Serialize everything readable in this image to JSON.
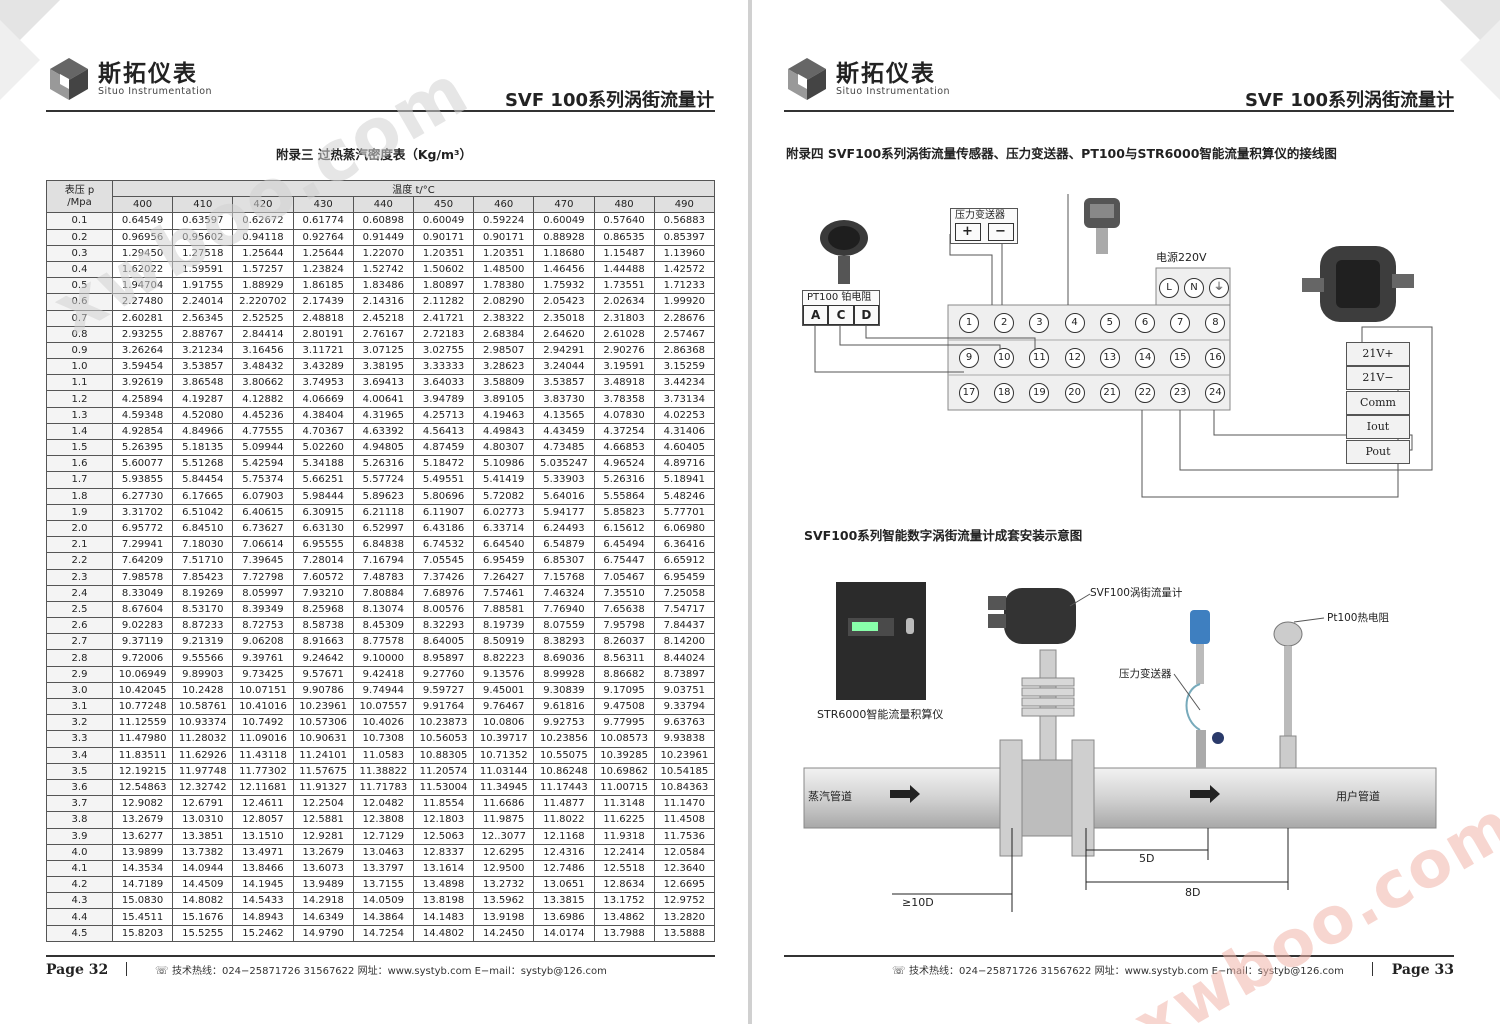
{
  "brand": {
    "name_cn": "斯拓仪表",
    "name_en": "Situo Instrumentation"
  },
  "product_title": "SVF 100系列涡街流量计",
  "left": {
    "section_title": "附录三  过热蒸汽密度表（Kg/m³）",
    "table": {
      "row_header_1": "表压 p",
      "row_header_2": "/Mpa",
      "group_header": "温度 t/°C",
      "temps": [
        "400",
        "410",
        "420",
        "430",
        "440",
        "450",
        "460",
        "470",
        "480",
        "490"
      ],
      "rows": [
        [
          "0.1",
          "0.64549",
          "0.63597",
          "0.62672",
          "0.61774",
          "0.60898",
          "0.60049",
          "0.59224",
          "0.60049",
          "0.57640",
          "0.56883"
        ],
        [
          "0.2",
          "0.96956",
          "0.95602",
          "0.94118",
          "0.92764",
          "0.91449",
          "0.90171",
          "0.90171",
          "0.88928",
          "0.86535",
          "0.85397"
        ],
        [
          "0.3",
          "1.29450",
          "1.27518",
          "1.25644",
          "1.25644",
          "1.22070",
          "1.20351",
          "1.20351",
          "1.18680",
          "1.15487",
          "1.13960"
        ],
        [
          "0.4",
          "1.62022",
          "1.59591",
          "1.57257",
          "1.23824",
          "1.52742",
          "1.50602",
          "1.48500",
          "1.46456",
          "1.44488",
          "1.42572"
        ],
        [
          "0.5",
          "1.94704",
          "1.91755",
          "1.88929",
          "1.86185",
          "1.83486",
          "1.80897",
          "1.78380",
          "1.75932",
          "1.73551",
          "1.71233"
        ],
        [
          "0.6",
          "2.27480",
          "2.24014",
          "2.220702",
          "2.17439",
          "2.14316",
          "2.11282",
          "2.08290",
          "2.05423",
          "2.02634",
          "1.99920"
        ],
        [
          "0.7",
          "2.60281",
          "2.56345",
          "2.52525",
          "2.48818",
          "2.45218",
          "2.41721",
          "2.38322",
          "2.35018",
          "2.31803",
          "2.28676"
        ],
        [
          "0.8",
          "2.93255",
          "2.88767",
          "2.84414",
          "2.80191",
          "2.76167",
          "2.72183",
          "2.68384",
          "2.64620",
          "2.61028",
          "2.57467"
        ],
        [
          "0.9",
          "3.26264",
          "3.21234",
          "3.16456",
          "3.11721",
          "3.07125",
          "3.02755",
          "2.98507",
          "2.94291",
          "2.90276",
          "2.86368"
        ],
        [
          "1.0",
          "3.59454",
          "3.53857",
          "3.48432",
          "3.43289",
          "3.38195",
          "3.33333",
          "3.28623",
          "3.24044",
          "3.19591",
          "3.15259"
        ],
        [
          "1.1",
          "3.92619",
          "3.86548",
          "3.80662",
          "3.74953",
          "3.69413",
          "3.64033",
          "3.58809",
          "3.53857",
          "3.48918",
          "3.44234"
        ],
        [
          "1.2",
          "4.25894",
          "4.19287",
          "4.12882",
          "4.06669",
          "4.00641",
          "3.94789",
          "3.89105",
          "3.83730",
          "3.78358",
          "3.73134"
        ],
        [
          "1.3",
          "4.59348",
          "4.52080",
          "4.45236",
          "4.38404",
          "4.31965",
          "4.25713",
          "4.19463",
          "4.13565",
          "4.07830",
          "4.02253"
        ],
        [
          "1.4",
          "4.92854",
          "4.84966",
          "4.77555",
          "4.70367",
          "4.63392",
          "4.56413",
          "4.49843",
          "4.43459",
          "4.37254",
          "4.31406"
        ],
        [
          "1.5",
          "5.26395",
          "5.18135",
          "5.09944",
          "5.02260",
          "4.94805",
          "4.87459",
          "4.80307",
          "4.73485",
          "4.66853",
          "4.60405"
        ],
        [
          "1.6",
          "5.60077",
          "5.51268",
          "5.42594",
          "5.34188",
          "5.26316",
          "5.18472",
          "5.10986",
          "5.035247",
          "4.96524",
          "4.89716"
        ],
        [
          "1.7",
          "5.93855",
          "5.84454",
          "5.75374",
          "5.66251",
          "5.57724",
          "5.49551",
          "5.41419",
          "5.33903",
          "5.26316",
          "5.18941"
        ],
        [
          "1.8",
          "6.27730",
          "6.17665",
          "6.07903",
          "5.98444",
          "5.89623",
          "5.80696",
          "5.72082",
          "5.64016",
          "5.55864",
          "5.48246"
        ],
        [
          "1.9",
          "3.31702",
          "6.51042",
          "6.40615",
          "6.30915",
          "6.21118",
          "6.11907",
          "6.02773",
          "5.94177",
          "5.85823",
          "5.77701"
        ],
        [
          "2.0",
          "6.95772",
          "6.84510",
          "6.73627",
          "6.63130",
          "6.52997",
          "6.43186",
          "6.33714",
          "6.24493",
          "6.15612",
          "6.06980"
        ],
        [
          "2.1",
          "7.29941",
          "7.18030",
          "7.06614",
          "6.95555",
          "6.84838",
          "6.74532",
          "6.64540",
          "6.54879",
          "6.45494",
          "6.36416"
        ],
        [
          "2.2",
          "7.64209",
          "7.51710",
          "7.39645",
          "7.28014",
          "7.16794",
          "7.05545",
          "6.95459",
          "6.85307",
          "6.75447",
          "6.65912"
        ],
        [
          "2.3",
          "7.98578",
          "7.85423",
          "7.72798",
          "7.60572",
          "7.48783",
          "7.37426",
          "7.26427",
          "7.15768",
          "7.05467",
          "6.95459"
        ],
        [
          "2.4",
          "8.33049",
          "8.19269",
          "8.05997",
          "7.93210",
          "7.80884",
          "7.68976",
          "7.57461",
          "7.46324",
          "7.35510",
          "7.25058"
        ],
        [
          "2.5",
          "8.67604",
          "8.53170",
          "8.39349",
          "8.25968",
          "8.13074",
          "8.00576",
          "7.88581",
          "7.76940",
          "7.65638",
          "7.54717"
        ],
        [
          "2.6",
          "9.02283",
          "8.87233",
          "8.72753",
          "8.58738",
          "8.45309",
          "8.32293",
          "8.19739",
          "8.07559",
          "7.95798",
          "7.84437"
        ],
        [
          "2.7",
          "9.37119",
          "9.21319",
          "9.06208",
          "8.91663",
          "8.77578",
          "8.64005",
          "8.50919",
          "8.38293",
          "8.26037",
          "8.14200"
        ],
        [
          "2.8",
          "9.72006",
          "9.55566",
          "9.39761",
          "9.24642",
          "9.10000",
          "8.95897",
          "8.82223",
          "8.69036",
          "8.56311",
          "8.44024"
        ],
        [
          "2.9",
          "10.06949",
          "9.89903",
          "9.73425",
          "9.57671",
          "9.42418",
          "9.27760",
          "9.13576",
          "8.99928",
          "8.86682",
          "8.73897"
        ],
        [
          "3.0",
          "10.42045",
          "10.2428",
          "10.07151",
          "9.90786",
          "9.74944",
          "9.59727",
          "9.45001",
          "9.30839",
          "9.17095",
          "9.03751"
        ],
        [
          "3.1",
          "10.77248",
          "10.58761",
          "10.41016",
          "10.23961",
          "10.07557",
          "9.91764",
          "9.76467",
          "9.61816",
          "9.47508",
          "9.33794"
        ],
        [
          "3.2",
          "11.12559",
          "10.93374",
          "10.7492",
          "10.57306",
          "10.4026",
          "10.23873",
          "10.0806",
          "9.92753",
          "9.77995",
          "9.63763"
        ],
        [
          "3.3",
          "11.47980",
          "11.28032",
          "11.09016",
          "10.90631",
          "10.7308",
          "10.56053",
          "10.39717",
          "10.23856",
          "10.08573",
          "9.93838"
        ],
        [
          "3.4",
          "11.83511",
          "11.62926",
          "11.43118",
          "11.24101",
          "11.0583",
          "10.88305",
          "10.71352",
          "10.55075",
          "10.39285",
          "10.23961"
        ],
        [
          "3.5",
          "12.19215",
          "11.97748",
          "11.77302",
          "11.57675",
          "11.38822",
          "11.20574",
          "11.03144",
          "10.86248",
          "10.69862",
          "10.54185"
        ],
        [
          "3.6",
          "12.54863",
          "12.32742",
          "12.11681",
          "11.91327",
          "11.71783",
          "11.53004",
          "11.34945",
          "11.17443",
          "11.00715",
          "10.84363"
        ],
        [
          "3.7",
          "12.9082",
          "12.6791",
          "12.4611",
          "12.2504",
          "12.0482",
          "11.8554",
          "11.6686",
          "11.4877",
          "11.3148",
          "11.1470"
        ],
        [
          "3.8",
          "13.2679",
          "13.0310",
          "12.8057",
          "12.5881",
          "12.3808",
          "12.1803",
          "11.9875",
          "11.8022",
          "11.6225",
          "11.4508"
        ],
        [
          "3.9",
          "13.6277",
          "13.3851",
          "13.1510",
          "12.9281",
          "12.7129",
          "12.5063",
          "12..3077",
          "12.1168",
          "11.9318",
          "11.7536"
        ],
        [
          "4.0",
          "13.9899",
          "13.7382",
          "13.4971",
          "13.2679",
          "13.0463",
          "12.8337",
          "12.6295",
          "12.4316",
          "12.2414",
          "12.0584"
        ],
        [
          "4.1",
          "14.3534",
          "14.0944",
          "13.8466",
          "13.6073",
          "13.3797",
          "13.1614",
          "12.9500",
          "12.7486",
          "12.5518",
          "12.3640"
        ],
        [
          "4.2",
          "14.7189",
          "14.4509",
          "14.1945",
          "13.9489",
          "13.7155",
          "13.4898",
          "13.2732",
          "13.0651",
          "12.8634",
          "12.6695"
        ],
        [
          "4.3",
          "15.0830",
          "14.8082",
          "14.5433",
          "14.2918",
          "14.0509",
          "13.8198",
          "13.5962",
          "13.3815",
          "13.1752",
          "12.9752"
        ],
        [
          "4.4",
          "15.4511",
          "15.1676",
          "14.8943",
          "14.6349",
          "14.3864",
          "14.1483",
          "13.9198",
          "13.6986",
          "13.4862",
          "13.2820"
        ],
        [
          "4.5",
          "15.8203",
          "15.5255",
          "15.2462",
          "14.9790",
          "14.7254",
          "14.4802",
          "14.2450",
          "14.0174",
          "13.7988",
          "13.5888"
        ]
      ]
    },
    "page_number": "Page 32"
  },
  "right": {
    "section_title_1": "附录四  SVF100系列涡街流量传感器、压力变送器、PT100与STR6000智能流量积算仪的接线图",
    "wiring": {
      "pt100_label": "PT100 铂电阻",
      "pt100_terms": [
        "A",
        "C",
        "D"
      ],
      "pressure_label": "压力变送器",
      "pressure_terms": [
        "+",
        "−"
      ],
      "power_label": "电源220V",
      "power_terms": [
        "L",
        "N",
        "⏚"
      ],
      "terminals": [
        [
          "1",
          "2",
          "3",
          "4",
          "5",
          "6",
          "7",
          "8"
        ],
        [
          "9",
          "10",
          "11",
          "12",
          "13",
          "14",
          "15",
          "16"
        ],
        [
          "17",
          "18",
          "19",
          "20",
          "21",
          "22",
          "23",
          "24"
        ]
      ],
      "sensor_terms": [
        "21V+",
        "21V−",
        "Comm",
        "Iout",
        "Pout"
      ]
    },
    "section_title_2": "SVF100系列智能数字涡街流量计成套安装示意图",
    "install": {
      "str6000_label": "STR6000智能流量积算仪",
      "meter_label": "SVF100涡街流量计",
      "pressure_label": "压力变送器",
      "pt100_label": "Pt100热电阻",
      "steam_pipe": "蒸汽管道",
      "user_pipe": "用户管道",
      "dim_5d": "5D",
      "dim_8d": "8D",
      "dim_10d": "≥10D"
    },
    "page_number": "Page 33"
  },
  "footer": {
    "hotline": "技术热线：024−25871726  31567622  网址：www.systyb.com  E−mail：systyb@126.com"
  },
  "watermark": "xwboo.com",
  "colors": {
    "header_fill": "#e0e0e0",
    "pipe": "#d6d6d6",
    "wire": "#555555"
  }
}
